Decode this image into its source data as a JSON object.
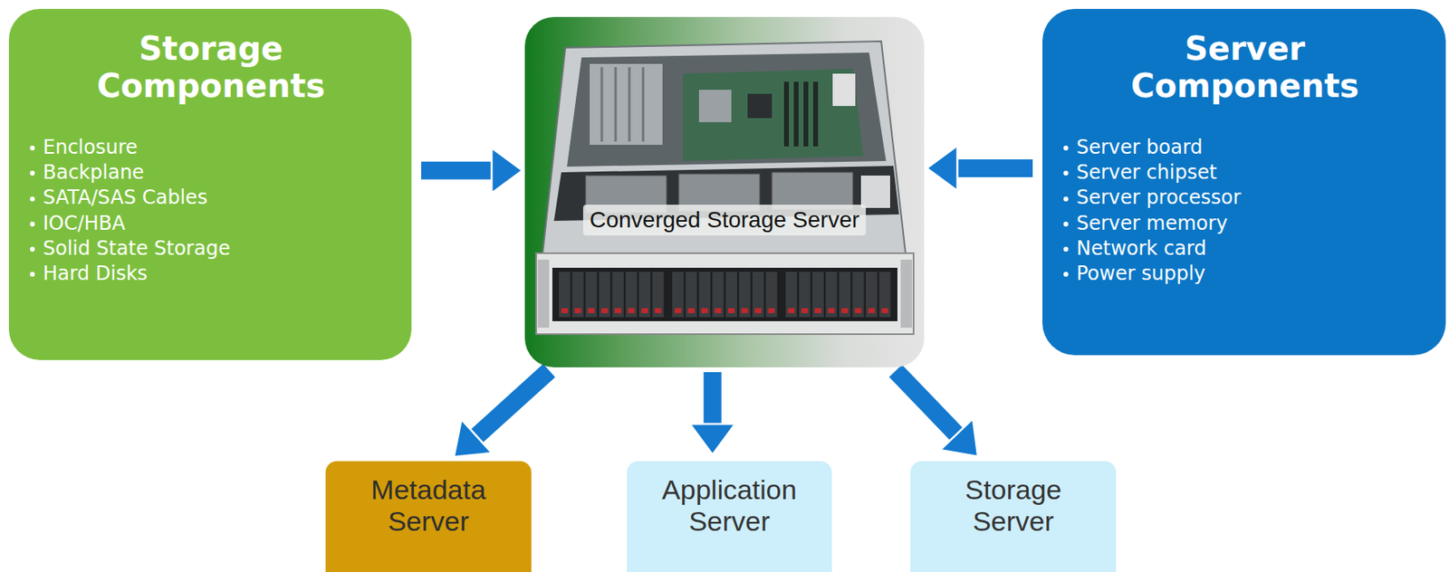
{
  "diagram": {
    "nodes": [
      {
        "text": [
          "Storage Components",
          "Enclosure",
          "Backplane",
          "SATA/SAS Cables",
          "IOC/HBA",
          "Solid State Storage",
          "Hard Disks"
        ]
      },
      {
        "text": [
          "Converged Storage Server"
        ]
      },
      {
        "text": [
          "Server Components",
          "Server board",
          "Server chipset",
          "Server processor",
          "Server memory",
          "Network card",
          "Power supply"
        ]
      },
      {
        "text": [
          "Metadata Server"
        ]
      },
      {
        "text": [
          "Application Server"
        ]
      },
      {
        "text": [
          "Storage Server"
        ]
      }
    ],
    "edges": [
      {
        "from": 0,
        "to": 1,
        "arrow": "to"
      },
      {
        "from": 2,
        "to": 1,
        "arrow": "to"
      },
      {
        "from": 1,
        "to": 3,
        "arrow": "to"
      },
      {
        "from": 1,
        "to": 4,
        "arrow": "to"
      },
      {
        "from": 1,
        "to": 5,
        "arrow": "to"
      }
    ]
  }
}
